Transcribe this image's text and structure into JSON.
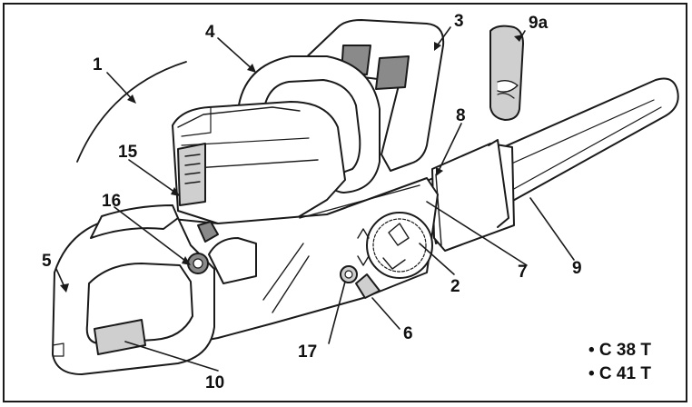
{
  "callouts": {
    "c1": "1",
    "c2": "2",
    "c3": "3",
    "c4": "4",
    "c5": "5",
    "c6": "6",
    "c7": "7",
    "c8": "8",
    "c9": "9",
    "c9a": "9a",
    "c10": "10",
    "c15": "15",
    "c16": "16",
    "c17": "17"
  },
  "models": [
    "• C 38 T",
    "• C 41 T"
  ],
  "colors": {
    "line": "#1a1a1a",
    "body": "#ffffff",
    "shade": "#cfcfcf",
    "dark": "#8a8a8a"
  }
}
